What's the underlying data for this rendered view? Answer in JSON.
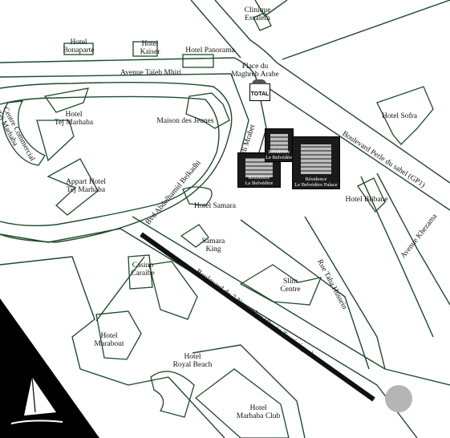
{
  "map": {
    "hotels": {
      "bonaparte": "Hotel\nBonaparte",
      "kaiser": "Hotel\nKaiser",
      "panorama": "Hotel Panorama",
      "clinique": "Clinique\nEssalem",
      "tej_marhaba": "Hotel\nTej Marhaba",
      "maison_jeunes": "Maison des Jeunes",
      "appart_tej": "Appart Hotel\nTej Marhaba",
      "sofra": "Hotel Sofra",
      "samara": "Hotel Samara",
      "samara_king": "Samara\nKing",
      "blibane": "Hotel Blibane",
      "casino": "Casino\nCaraibe",
      "slim_centre": "Slim\nCentre",
      "marabout": "Hotel\nMarabout",
      "royal_beach": "Hotel\nRoyal Beach",
      "marhaba_club": "Hotel\nMarhaba Club"
    },
    "places": {
      "place_maghreb": "Place du\nMaghreb Arabe",
      "total_station": "TOTAL",
      "centre_commercial": "Centre Commercial\nTej Marhaba"
    },
    "streets": {
      "avenue_taieb": "Avenue Taïeb Mhiri",
      "bvd_perle": "Boulevard Perle du sahel (GP1)",
      "avenue_khezama": "Avenue Khezama",
      "rue_taha": "Rue Taha Hussein",
      "bvd_7nov": "Boulevard du 7 Novembre (Route Touristique)",
      "bvd_belkadhi": "Bvd Abdelhamid Belkadhi",
      "hedi_mrabet": "Hédi Mrabet"
    },
    "residences": {
      "belvedere": "Résidence\nLe Belvédère",
      "belvedere_2": "Résidence\nLe Belvédère II",
      "belvedere_palace": "Résidence\nLe Belvédère Palace"
    }
  }
}
